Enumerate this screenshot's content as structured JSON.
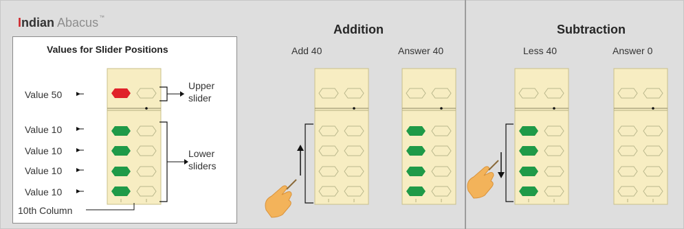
{
  "brand": {
    "first_letter": "I",
    "bold_rest": "ndian",
    "light": "Abacus",
    "tm": "™"
  },
  "legend": {
    "title": "Values for Slider Positions",
    "values": [
      "Value 50",
      "Value 10",
      "Value 10",
      "Value 10",
      "Value 10"
    ],
    "upper_label": [
      "Upper",
      "slider"
    ],
    "lower_label": [
      "Lower",
      "sliders"
    ],
    "column_label": "10th Column"
  },
  "addition": {
    "title": "Addition",
    "steps": [
      "Add 40",
      "Answer 40"
    ]
  },
  "subtraction": {
    "title": "Subtraction",
    "steps": [
      "Less 40",
      "Answer 0"
    ]
  },
  "colors": {
    "frame_fill": "#f7edc2",
    "frame_stroke": "#c8c08a",
    "bead_outline": "#b9b78c",
    "bead_green": "#1f9a48",
    "bead_red": "#e0222a",
    "hand": "#f3b35a",
    "background": "#dedede"
  },
  "icons": [
    "abacus-frame-icon",
    "bead-icon",
    "hand-pointer-icon",
    "up-arrow-icon",
    "down-arrow-icon"
  ],
  "abacus_states": [
    {
      "name": "legend-abacus",
      "upper": [
        "red",
        "empty"
      ],
      "lower": [
        [
          "green",
          "empty"
        ],
        [
          "green",
          "empty"
        ],
        [
          "green",
          "empty"
        ],
        [
          "green",
          "empty"
        ]
      ]
    },
    {
      "name": "add-40-abacus",
      "upper": [
        "empty",
        "empty"
      ],
      "lower": [
        [
          "empty",
          "empty"
        ],
        [
          "empty",
          "empty"
        ],
        [
          "empty",
          "empty"
        ],
        [
          "empty",
          "empty"
        ]
      ]
    },
    {
      "name": "answer-40-abacus",
      "upper": [
        "empty",
        "empty"
      ],
      "lower": [
        [
          "green",
          "empty"
        ],
        [
          "green",
          "empty"
        ],
        [
          "green",
          "empty"
        ],
        [
          "green",
          "empty"
        ]
      ]
    },
    {
      "name": "less-40-abacus",
      "upper": [
        "empty",
        "empty"
      ],
      "lower": [
        [
          "green",
          "empty"
        ],
        [
          "green",
          "empty"
        ],
        [
          "green",
          "empty"
        ],
        [
          "green",
          "empty"
        ]
      ]
    },
    {
      "name": "answer-0-abacus",
      "upper": [
        "empty",
        "empty"
      ],
      "lower": [
        [
          "empty",
          "empty"
        ],
        [
          "empty",
          "empty"
        ],
        [
          "empty",
          "empty"
        ],
        [
          "empty",
          "empty"
        ]
      ]
    }
  ]
}
